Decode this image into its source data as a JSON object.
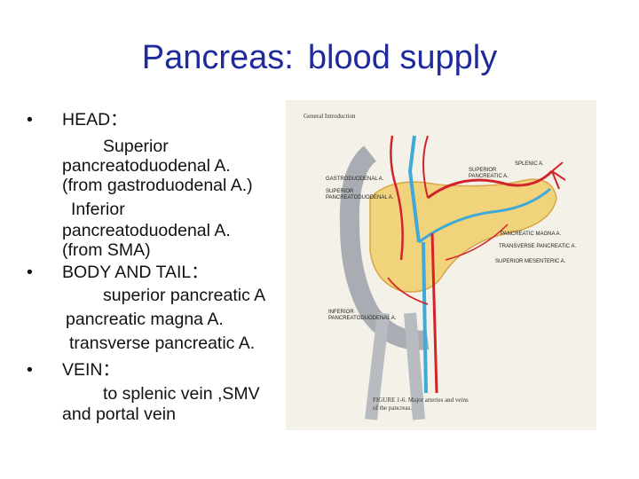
{
  "title": {
    "part1": "Pancreas:",
    "part2": "blood supply"
  },
  "bullets": [
    {
      "heading": "HEAD：",
      "lines": [
        "Superior",
        "pancreatoduodenal A.",
        "(from gastroduodenal A.)",
        "Inferior",
        "pancreatoduodenal A.",
        "(from SMA)"
      ]
    },
    {
      "heading": "BODY  AND  TAIL：",
      "lines": [
        "superior pancreatic A",
        "pancreatic magna A.",
        "transverse pancreatic A."
      ]
    },
    {
      "heading": "VEIN：",
      "lines": [
        "to splenic vein ,SMV",
        "and portal vein"
      ]
    }
  ],
  "figure": {
    "header": "General Introduction",
    "labels": {
      "gastroduodenal": "GASTRODUODENAL A.",
      "superior_pancreaticoduodenal_1": "SUPERIOR",
      "superior_pancreaticoduodenal_2": "PANCREATODUODENAL A.",
      "superior_pancreatic_1": "SUPERIOR",
      "superior_pancreatic_2": "PANCREATIC A.",
      "splenic": "SPLENIC A.",
      "pancreatic_magna": "PANCREATIC MAGNA A.",
      "transverse_pancreatic": "TRANSVERSE PANCREATIC A.",
      "superior_mesenteric": "SUPERIOR MESENTERIC A.",
      "inferior_pancreaticoduodenal_1": "INFERIOR",
      "inferior_pancreaticoduodenal_2": "PANCREATODUODENAL A."
    },
    "caption_1": "FIGURE 1-6.  Major arteries and veins",
    "caption_2": "of the pancreas."
  }
}
